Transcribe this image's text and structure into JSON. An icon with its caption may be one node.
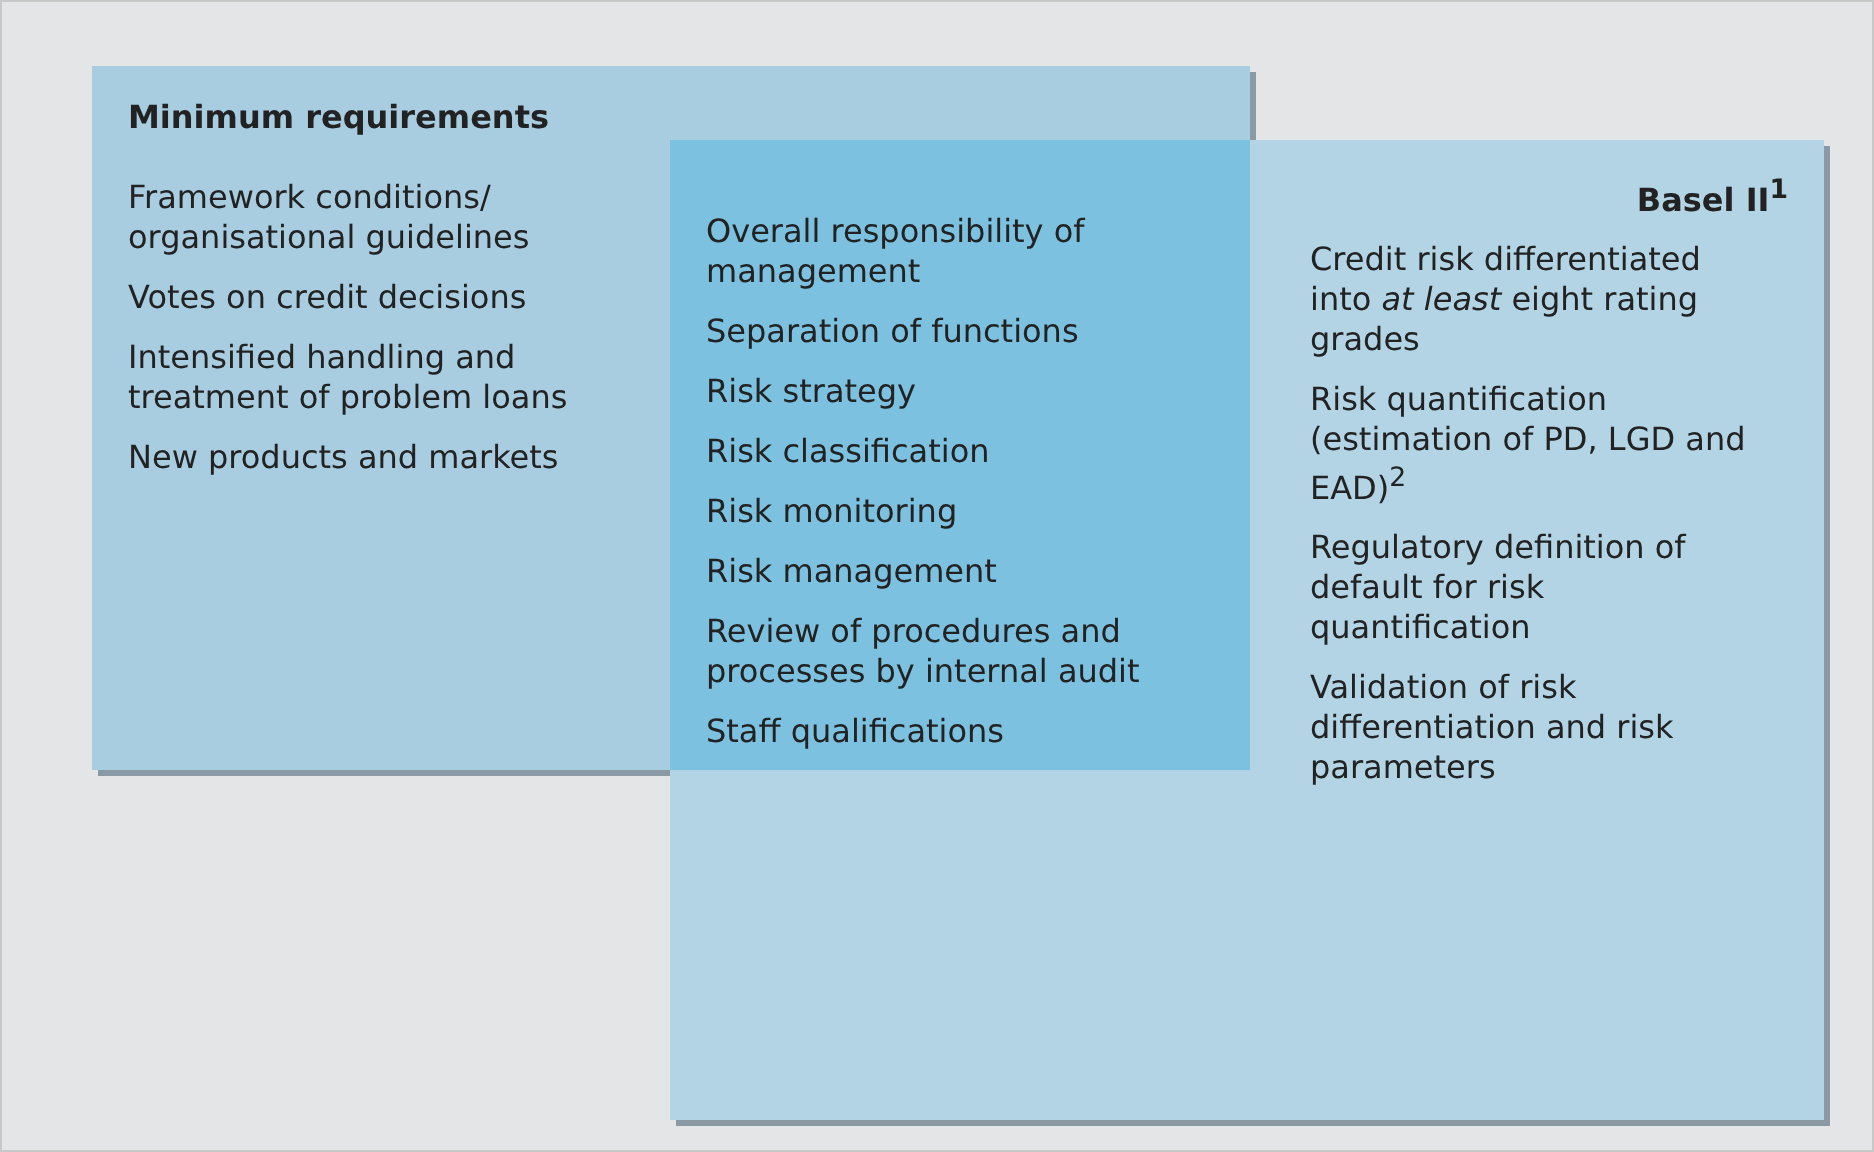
{
  "diagram": {
    "nodes": [
      {
        "text": [
          "Minimum requirements",
          "Framework conditions/ organisational guidelines",
          "Votes on credit decisions",
          "Intensified handling and treatment of problem loans",
          "New products and markets"
        ]
      },
      {
        "text": [
          "Basel II$^{1}$",
          "Credit risk differentiated into *at least* eight rating grades",
          "Risk quantification (estimation of PD, LGD and EAD)$^{2}$",
          "Regulatory definition of default for risk quantification",
          "Validation of risk differentiation and risk parameters"
        ]
      },
      {
        "text": [
          "Overall responsibility of management",
          "Separation of functions",
          "Risk strategy",
          "Risk classification",
          "Risk monitoring",
          "Risk management",
          "Review of procedures and processes by internal audit",
          "Staff qualifications"
        ]
      }
    ]
  }
}
